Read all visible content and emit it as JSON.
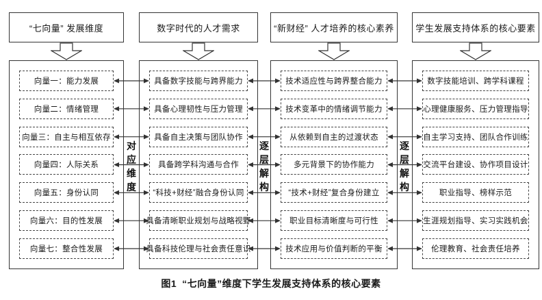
{
  "figure": {
    "caption_label": "图1",
    "caption_text": "“七向量”维度下学生发展支持体系的核心要素"
  },
  "columns": [
    {
      "header": "“七向量” 发展维度",
      "items": [
        "向量一：能力发展",
        "向量二：情绪管理",
        "向量三：自主与相互依存",
        "向量四：人际关系",
        "向量五：身份认同",
        "向量六：目的性发展",
        "向量七：整合性发展"
      ]
    },
    {
      "header": "数字时代的人才需求",
      "items": [
        "具备数字技能与跨界能力",
        "具备心理韧性与压力管理",
        "具备自主决策与团队协作",
        "具备跨学科沟通与合作",
        "“科技+财经”融合身份认同",
        "具备清晰职业规划与战略视野",
        "具备科技伦理与社会责任意识"
      ]
    },
    {
      "header": "“新财经” 人才培养的核心素养",
      "items": [
        "技术适应性与跨界整合能力",
        "技术变革中的情绪调节能力",
        "从依赖到自主的过渡状态",
        "多元背景下的协作能力",
        "“技术+财经”复合身份建立",
        "职业目标清晰度与可行性",
        "技术应用与价值判断的平衡"
      ]
    },
    {
      "header": "学生发展支持体系的核心要素",
      "items": [
        "数字技能培训、跨学科课程",
        "心理健康服务、压力管理指导",
        "自主学习支持、团队合作训练",
        "交流平台建设、协作项目设计",
        "职业指导、榜样示范",
        "生涯规划指导、实习实践机会",
        "伦理教育、社会责任培养"
      ]
    }
  ],
  "gap_labels": [
    "对应维度",
    "逐层解构",
    "逐层解构"
  ],
  "colors": {
    "line": "#333333",
    "text": "#1a1a1a",
    "background": "#ffffff"
  }
}
